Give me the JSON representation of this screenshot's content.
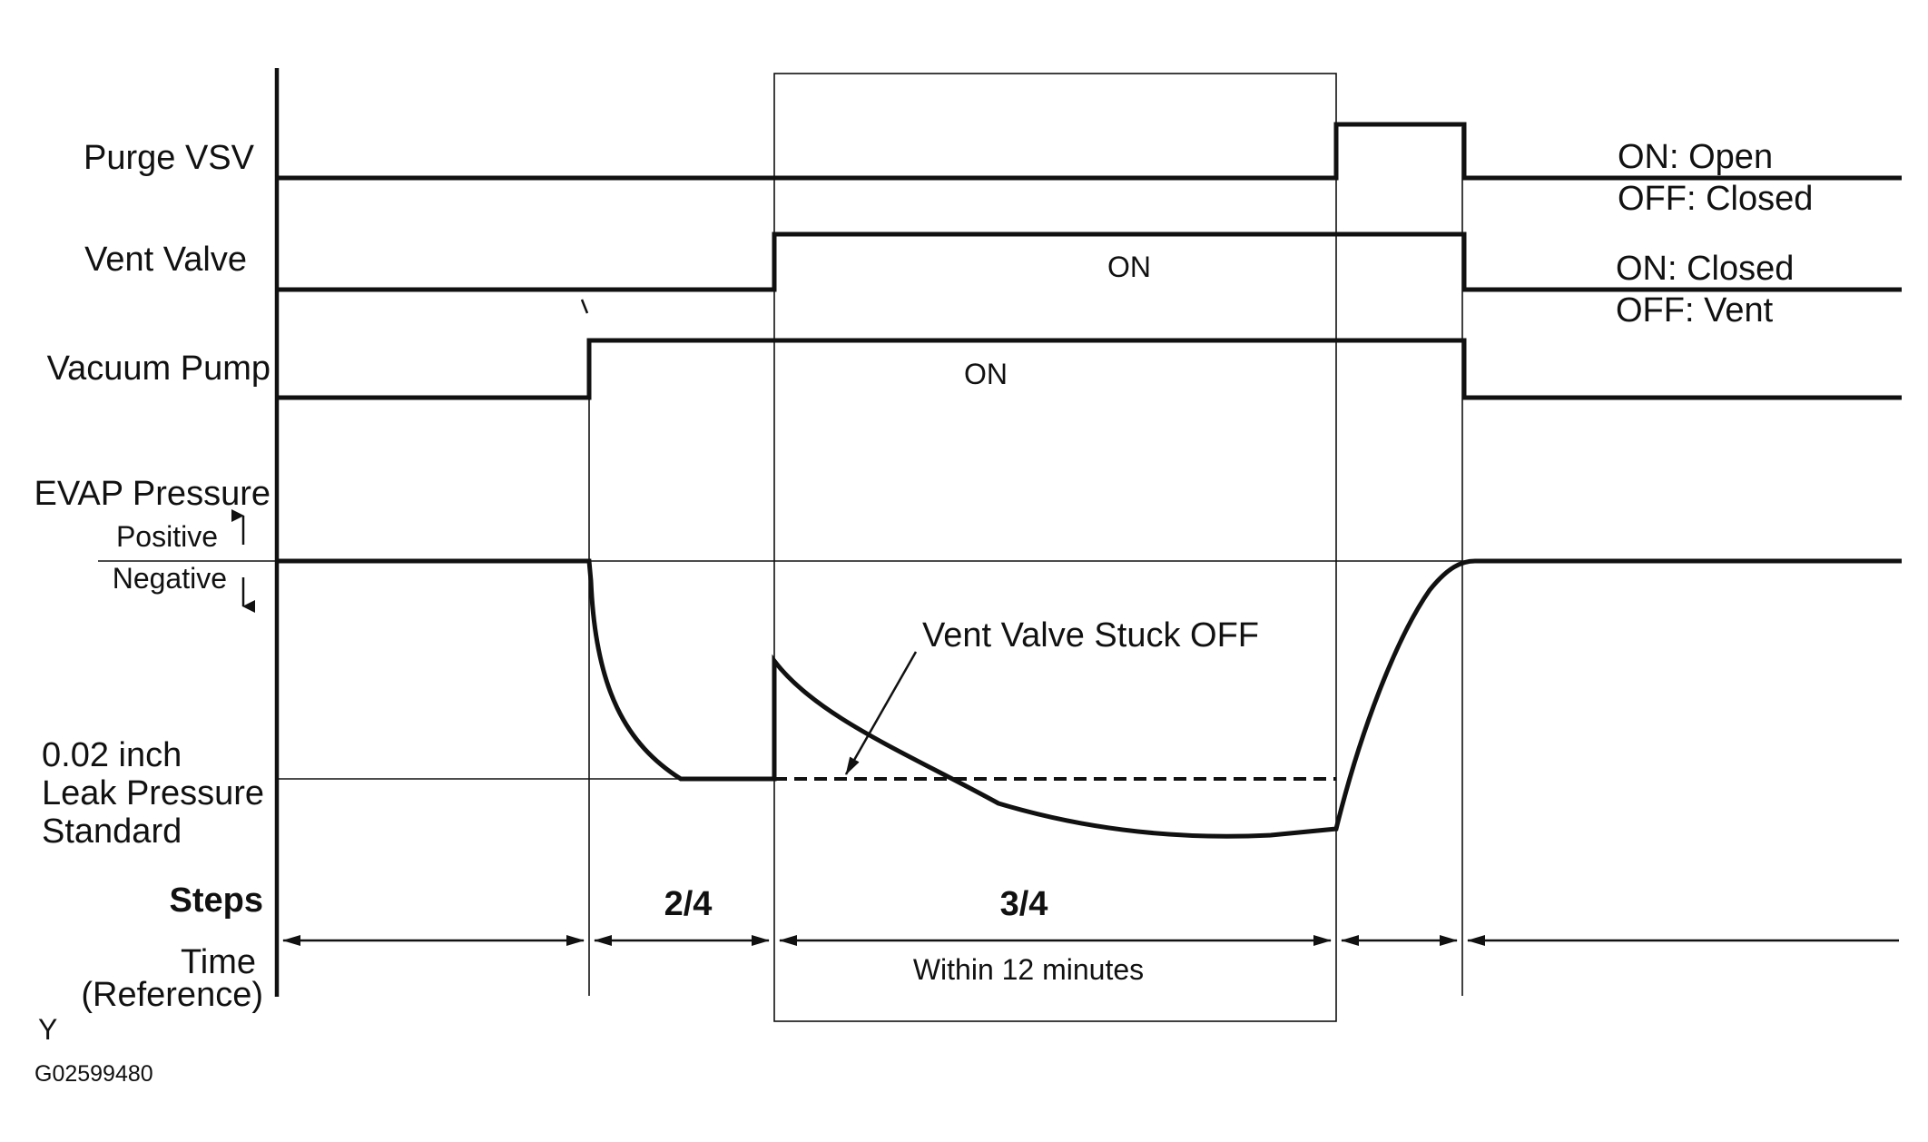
{
  "signals": {
    "purge_vsv": "Purge VSV",
    "vent_valve": "Vent Valve",
    "vacuum_pump": "Vacuum Pump",
    "evap_pressure": "EVAP Pressure"
  },
  "pressure": {
    "positive": "Positive",
    "negative": "Negative",
    "leak_std_line1": "0.02 inch",
    "leak_std_line2": "Leak Pressure",
    "leak_std_line3": "Standard"
  },
  "notes": {
    "purge_on": "ON: Open",
    "purge_off": "OFF: Closed",
    "vent_on": "ON: Closed",
    "vent_off": "OFF: Vent",
    "vent_state": "ON",
    "pump_state": "ON",
    "stuck_annotation": "Vent Valve Stuck OFF"
  },
  "steps": {
    "label": "Steps",
    "step_2": "2/4",
    "step_3": "3/4"
  },
  "time": {
    "label_line1": "Time",
    "label_line2": "(Reference)",
    "duration": "Within 12 minutes"
  },
  "footer": {
    "corner_mark": "Y",
    "figure_id": "G02599480"
  }
}
